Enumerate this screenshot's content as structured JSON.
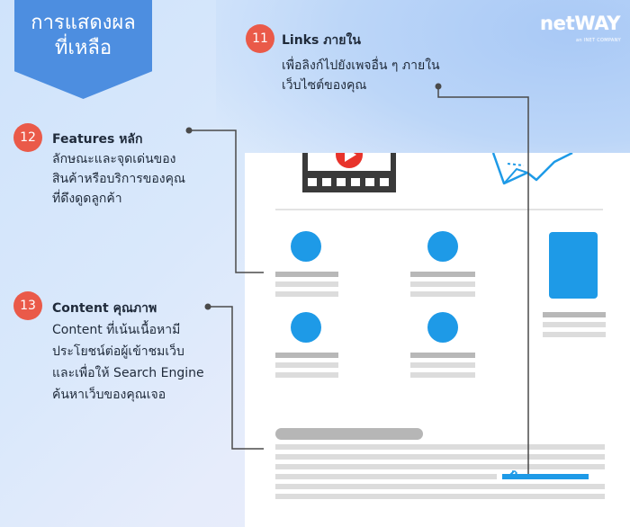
{
  "banner": {
    "line1": "การแสดงผล",
    "line2": "ที่เหลือ"
  },
  "logo": {
    "brand": "netWAY",
    "tagline": "an INET COMPANY"
  },
  "callouts": [
    {
      "number": "11",
      "title": "Links ภายใน",
      "desc": [
        "เพื่อลิงก์ไปยังเพจอื่น ๆ ภายใน",
        "เว็บไซต์ของคุณ"
      ]
    },
    {
      "number": "12",
      "title": "Features หลัก",
      "desc": [
        "ลักษณะและจุดเด่นของ",
        "สินค้าหรือบริการของคุณ",
        "ที่ดึงดูดลูกค้า"
      ]
    },
    {
      "number": "13",
      "title": "Content คุณภาพ",
      "desc": [
        "Content ที่เน้นเนื้อหามี",
        "ประโยชน์ต่อผู้เข้าชมเว็บ",
        "และเพื่อให้ Search Engine",
        "ค้นหาเว็บของคุณเจอ"
      ]
    }
  ],
  "colors": {
    "accent_blue": "#1e9ae7",
    "badge_red": "#ea5a49",
    "banner_blue": "#4d8ee0"
  },
  "icons": [
    "video-icon",
    "paper-plane-icon",
    "link-icon"
  ]
}
